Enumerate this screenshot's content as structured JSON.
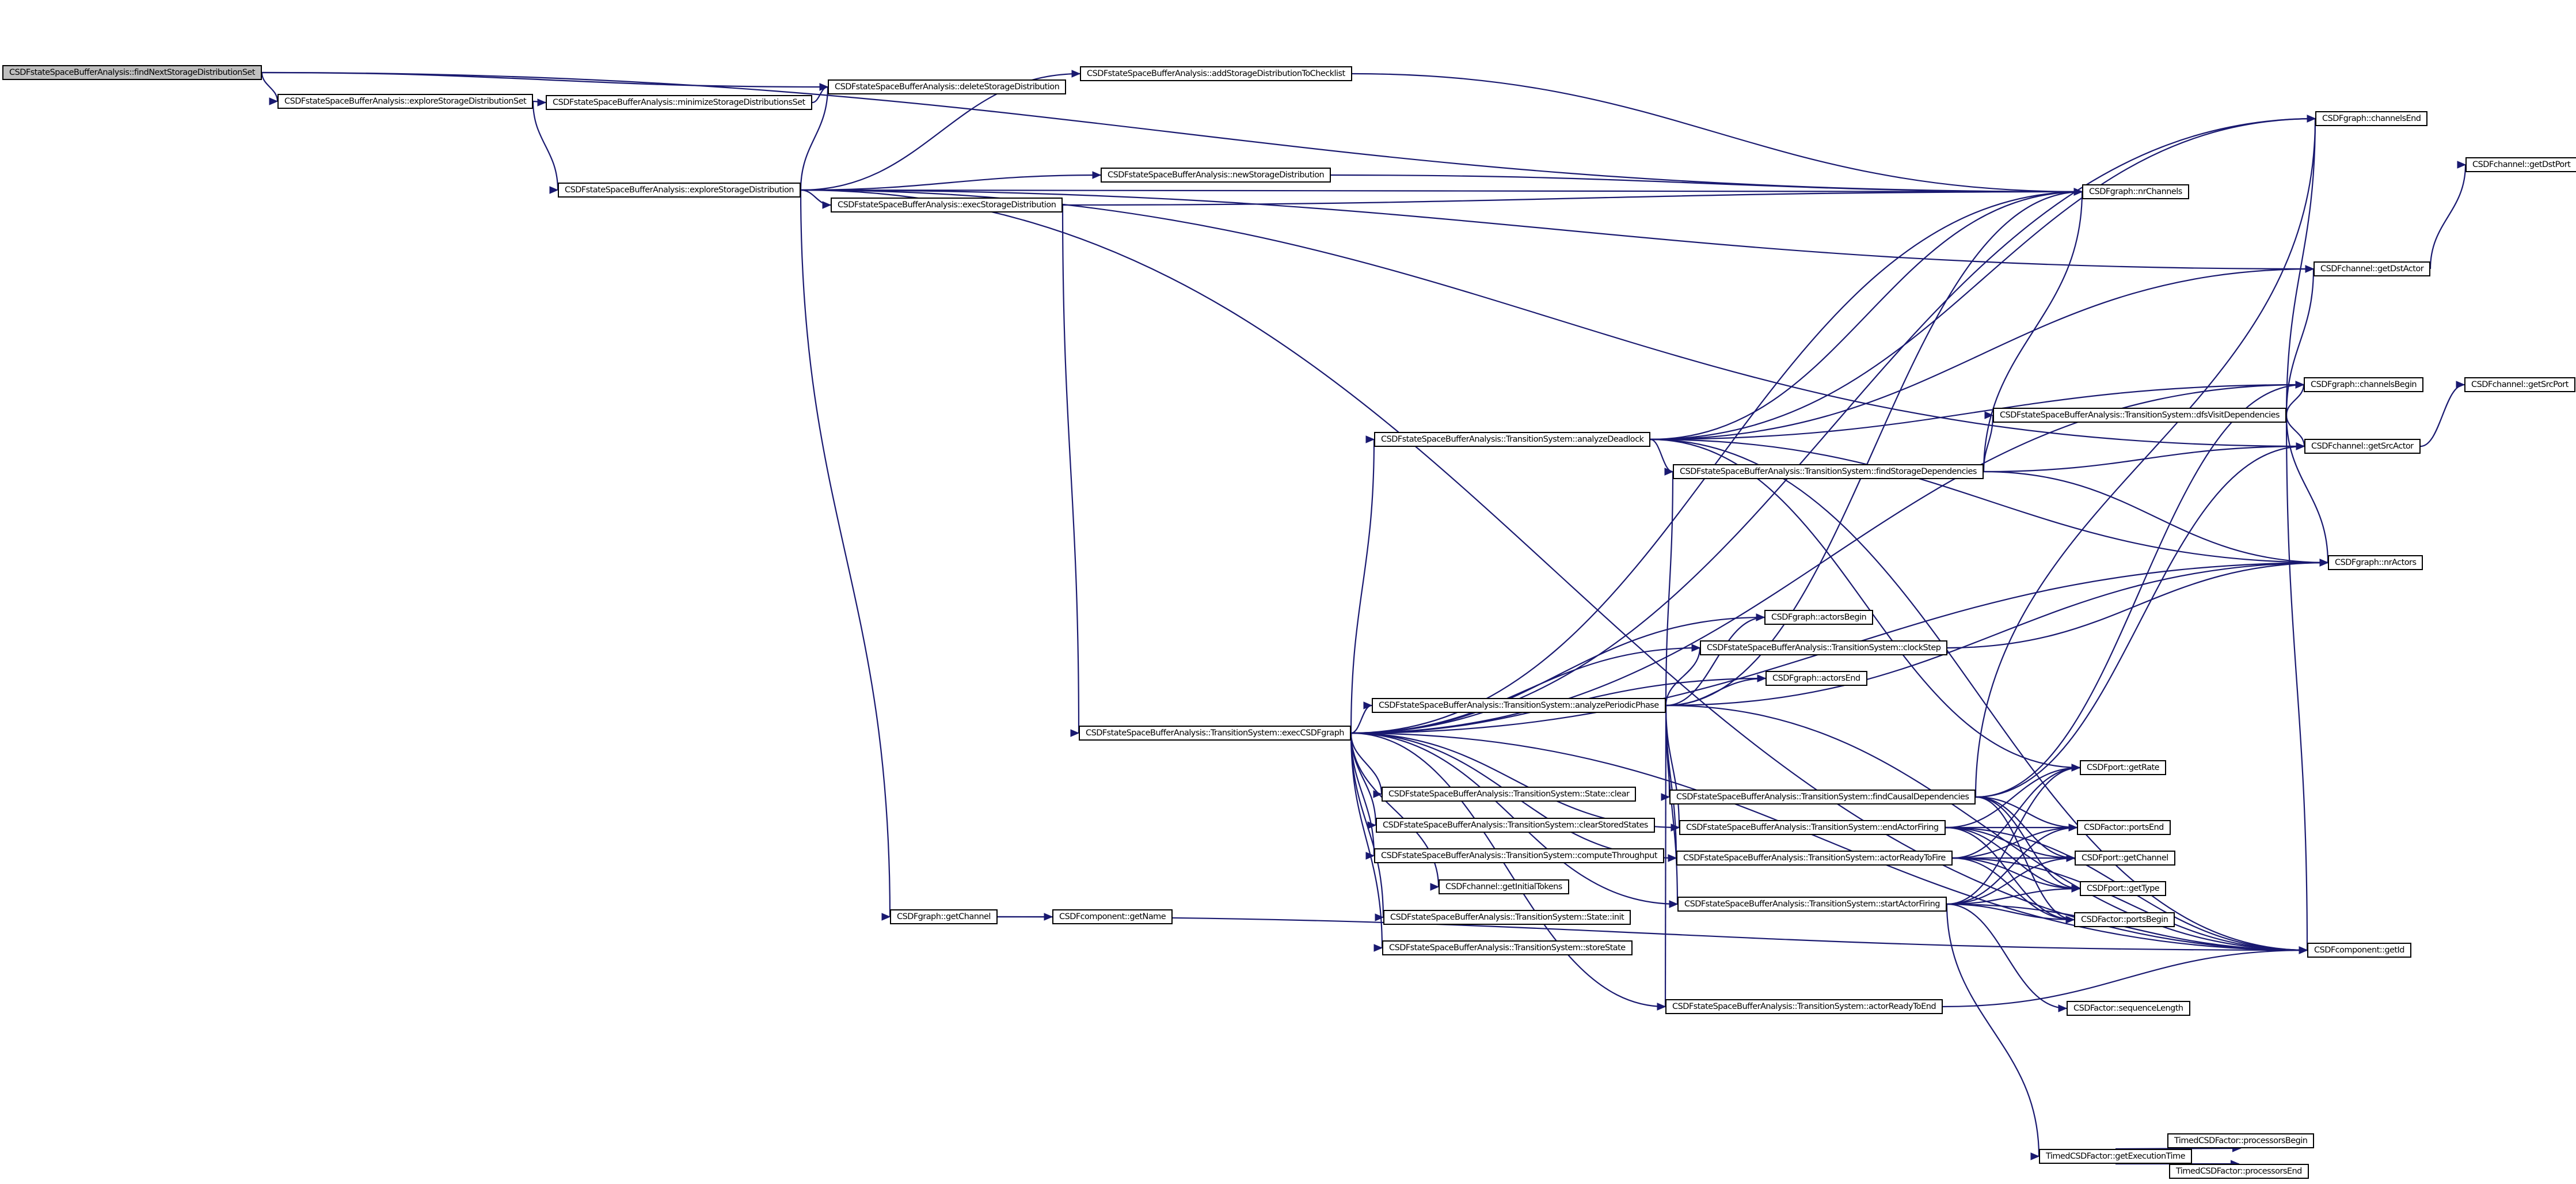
{
  "title": "CSDFstateSpaceBufferAnalysis::findNextStorageDistributionSet call graph",
  "colors": {
    "edge": "#191970",
    "root_fill": "#bfbfbf",
    "node_fill": "#ffffff",
    "node_border": "#000000"
  },
  "nodes": [
    {
      "id": "findNextStorageDistributionSet",
      "label": "CSDFstateSpaceBufferAnalysis::findNextStorageDistributionSet",
      "root": true
    },
    {
      "id": "exploreStorageDistributionSet",
      "label": "CSDFstateSpaceBufferAnalysis::exploreStorageDistributionSet"
    },
    {
      "id": "minimizeStorageDistributionsSet",
      "label": "CSDFstateSpaceBufferAnalysis::minimizeStorageDistributionsSet"
    },
    {
      "id": "deleteStorageDistribution",
      "label": "CSDFstateSpaceBufferAnalysis::deleteStorageDistribution"
    },
    {
      "id": "addStorageDistributionToChecklist",
      "label": "CSDFstateSpaceBufferAnalysis::addStorageDistributionToChecklist"
    },
    {
      "id": "exploreStorageDistribution",
      "label": "CSDFstateSpaceBufferAnalysis::exploreStorageDistribution"
    },
    {
      "id": "newStorageDistribution",
      "label": "CSDFstateSpaceBufferAnalysis::newStorageDistribution"
    },
    {
      "id": "execStorageDistribution",
      "label": "CSDFstateSpaceBufferAnalysis::execStorageDistribution"
    },
    {
      "id": "nrChannels",
      "label": "CSDFgraph::nrChannels"
    },
    {
      "id": "channelsEnd",
      "label": "CSDFgraph::channelsEnd"
    },
    {
      "id": "getDstPort",
      "label": "CSDFchannel::getDstPort"
    },
    {
      "id": "getDstActor",
      "label": "CSDFchannel::getDstActor"
    },
    {
      "id": "channelsBegin",
      "label": "CSDFgraph::channelsBegin"
    },
    {
      "id": "getSrcPort",
      "label": "CSDFchannel::getSrcPort"
    },
    {
      "id": "dfsVisitDependencies",
      "label": "CSDFstateSpaceBufferAnalysis::TransitionSystem::dfsVisitDependencies"
    },
    {
      "id": "analyzeDeadlock",
      "label": "CSDFstateSpaceBufferAnalysis::TransitionSystem::analyzeDeadlock"
    },
    {
      "id": "getSrcActor",
      "label": "CSDFchannel::getSrcActor"
    },
    {
      "id": "findStorageDependencies",
      "label": "CSDFstateSpaceBufferAnalysis::TransitionSystem::findStorageDependencies"
    },
    {
      "id": "nrActors",
      "label": "CSDFgraph::nrActors"
    },
    {
      "id": "actorsBegin",
      "label": "CSDFgraph::actorsBegin"
    },
    {
      "id": "clockStep",
      "label": "CSDFstateSpaceBufferAnalysis::TransitionSystem::clockStep"
    },
    {
      "id": "actorsEnd",
      "label": "CSDFgraph::actorsEnd"
    },
    {
      "id": "analyzePeriodicPhase",
      "label": "CSDFstateSpaceBufferAnalysis::TransitionSystem::analyzePeriodicPhase"
    },
    {
      "id": "execCSDFgraph",
      "label": "CSDFstateSpaceBufferAnalysis::TransitionSystem::execCSDFgraph"
    },
    {
      "id": "getRate",
      "label": "CSDFport::getRate"
    },
    {
      "id": "stateClear",
      "label": "CSDFstateSpaceBufferAnalysis::TransitionSystem::State::clear"
    },
    {
      "id": "findCausalDependencies",
      "label": "CSDFstateSpaceBufferAnalysis::TransitionSystem::findCausalDependencies"
    },
    {
      "id": "endActorFiring",
      "label": "CSDFstateSpaceBufferAnalysis::TransitionSystem::endActorFiring"
    },
    {
      "id": "portsEnd",
      "label": "CSDFactor::portsEnd"
    },
    {
      "id": "clearStoredStates",
      "label": "CSDFstateSpaceBufferAnalysis::TransitionSystem::clearStoredStates"
    },
    {
      "id": "actorReadyToFire",
      "label": "CSDFstateSpaceBufferAnalysis::TransitionSystem::actorReadyToFire"
    },
    {
      "id": "getChannelPort",
      "label": "CSDFport::getChannel"
    },
    {
      "id": "computeThroughput",
      "label": "CSDFstateSpaceBufferAnalysis::TransitionSystem::computeThroughput"
    },
    {
      "id": "getType",
      "label": "CSDFport::getType"
    },
    {
      "id": "getInitialTokens",
      "label": "CSDFchannel::getInitialTokens"
    },
    {
      "id": "startActorFiring",
      "label": "CSDFstateSpaceBufferAnalysis::TransitionSystem::startActorFiring"
    },
    {
      "id": "getChannelGraph",
      "label": "CSDFgraph::getChannel"
    },
    {
      "id": "getName",
      "label": "CSDFcomponent::getName"
    },
    {
      "id": "stateInit",
      "label": "CSDFstateSpaceBufferAnalysis::TransitionSystem::State::init"
    },
    {
      "id": "portsBegin",
      "label": "CSDFactor::portsBegin"
    },
    {
      "id": "storeState",
      "label": "CSDFstateSpaceBufferAnalysis::TransitionSystem::storeState"
    },
    {
      "id": "getId",
      "label": "CSDFcomponent::getId"
    },
    {
      "id": "actorReadyToEnd",
      "label": "CSDFstateSpaceBufferAnalysis::TransitionSystem::actorReadyToEnd"
    },
    {
      "id": "sequenceLength",
      "label": "CSDFactor::sequenceLength"
    },
    {
      "id": "getExecutionTime",
      "label": "TimedCSDFactor::getExecutionTime"
    },
    {
      "id": "processorsBegin",
      "label": "TimedCSDFactor::processorsBegin"
    },
    {
      "id": "processorsEnd",
      "label": "TimedCSDFactor::processorsEnd"
    }
  ],
  "edges": [
    [
      "findNextStorageDistributionSet",
      "exploreStorageDistributionSet"
    ],
    [
      "findNextStorageDistributionSet",
      "deleteStorageDistribution"
    ],
    [
      "findNextStorageDistributionSet",
      "nrChannels"
    ],
    [
      "exploreStorageDistributionSet",
      "minimizeStorageDistributionsSet"
    ],
    [
      "exploreStorageDistributionSet",
      "exploreStorageDistribution"
    ],
    [
      "minimizeStorageDistributionsSet",
      "deleteStorageDistribution"
    ],
    [
      "addStorageDistributionToChecklist",
      "nrChannels"
    ],
    [
      "exploreStorageDistribution",
      "deleteStorageDistribution"
    ],
    [
      "exploreStorageDistribution",
      "addStorageDistributionToChecklist"
    ],
    [
      "exploreStorageDistribution",
      "newStorageDistribution"
    ],
    [
      "exploreStorageDistribution",
      "execStorageDistribution"
    ],
    [
      "exploreStorageDistribution",
      "nrChannels"
    ],
    [
      "exploreStorageDistribution",
      "getDstActor"
    ],
    [
      "exploreStorageDistribution",
      "getSrcActor"
    ],
    [
      "exploreStorageDistribution",
      "getChannelGraph"
    ],
    [
      "exploreStorageDistribution",
      "getId"
    ],
    [
      "newStorageDistribution",
      "nrChannels"
    ],
    [
      "execStorageDistribution",
      "nrChannels"
    ],
    [
      "execStorageDistribution",
      "execCSDFgraph"
    ],
    [
      "getDstActor",
      "getDstPort"
    ],
    [
      "getSrcActor",
      "getSrcPort"
    ],
    [
      "execCSDFgraph",
      "analyzeDeadlock"
    ],
    [
      "execCSDFgraph",
      "analyzePeriodicPhase"
    ],
    [
      "execCSDFgraph",
      "nrChannels"
    ],
    [
      "execCSDFgraph",
      "channelsEnd"
    ],
    [
      "execCSDFgraph",
      "channelsBegin"
    ],
    [
      "execCSDFgraph",
      "nrActors"
    ],
    [
      "execCSDFgraph",
      "actorsBegin"
    ],
    [
      "execCSDFgraph",
      "clockStep"
    ],
    [
      "execCSDFgraph",
      "actorsEnd"
    ],
    [
      "execCSDFgraph",
      "stateClear"
    ],
    [
      "execCSDFgraph",
      "clearStoredStates"
    ],
    [
      "execCSDFgraph",
      "computeThroughput"
    ],
    [
      "execCSDFgraph",
      "getInitialTokens"
    ],
    [
      "execCSDFgraph",
      "stateInit"
    ],
    [
      "execCSDFgraph",
      "storeState"
    ],
    [
      "execCSDFgraph",
      "startActorFiring"
    ],
    [
      "execCSDFgraph",
      "actorReadyToEnd"
    ],
    [
      "execCSDFgraph",
      "getId"
    ],
    [
      "execCSDFgraph",
      "endActorFiring"
    ],
    [
      "execCSDFgraph",
      "actorReadyToFire"
    ],
    [
      "analyzeDeadlock",
      "nrChannels"
    ],
    [
      "analyzeDeadlock",
      "channelsEnd"
    ],
    [
      "analyzeDeadlock",
      "getDstActor"
    ],
    [
      "analyzeDeadlock",
      "channelsBegin"
    ],
    [
      "analyzeDeadlock",
      "findStorageDependencies"
    ],
    [
      "analyzeDeadlock",
      "nrActors"
    ],
    [
      "analyzeDeadlock",
      "getRate"
    ],
    [
      "analyzeDeadlock",
      "getId"
    ],
    [
      "findStorageDependencies",
      "dfsVisitDependencies"
    ],
    [
      "findStorageDependencies",
      "nrChannels"
    ],
    [
      "findStorageDependencies",
      "getSrcActor"
    ],
    [
      "findStorageDependencies",
      "nrActors"
    ],
    [
      "dfsVisitDependencies",
      "channelsEnd"
    ],
    [
      "dfsVisitDependencies",
      "channelsBegin"
    ],
    [
      "dfsVisitDependencies",
      "getDstActor"
    ],
    [
      "dfsVisitDependencies",
      "getSrcActor"
    ],
    [
      "dfsVisitDependencies",
      "nrActors"
    ],
    [
      "dfsVisitDependencies",
      "getId"
    ],
    [
      "clockStep",
      "nrActors"
    ],
    [
      "analyzePeriodicPhase",
      "actorsBegin"
    ],
    [
      "analyzePeriodicPhase",
      "clockStep"
    ],
    [
      "analyzePeriodicPhase",
      "actorsEnd"
    ],
    [
      "analyzePeriodicPhase",
      "nrChannels"
    ],
    [
      "analyzePeriodicPhase",
      "findStorageDependencies"
    ],
    [
      "analyzePeriodicPhase",
      "findCausalDependencies"
    ],
    [
      "analyzePeriodicPhase",
      "endActorFiring"
    ],
    [
      "analyzePeriodicPhase",
      "actorReadyToFire"
    ],
    [
      "analyzePeriodicPhase",
      "startActorFiring"
    ],
    [
      "analyzePeriodicPhase",
      "actorReadyToEnd"
    ],
    [
      "analyzePeriodicPhase",
      "nrActors"
    ],
    [
      "analyzePeriodicPhase",
      "getId"
    ],
    [
      "findCausalDependencies",
      "channelsBegin"
    ],
    [
      "findCausalDependencies",
      "channelsEnd"
    ],
    [
      "findCausalDependencies",
      "getSrcActor"
    ],
    [
      "findCausalDependencies",
      "portsEnd"
    ],
    [
      "findCausalDependencies",
      "getChannelPort"
    ],
    [
      "findCausalDependencies",
      "getType"
    ],
    [
      "findCausalDependencies",
      "portsBegin"
    ],
    [
      "endActorFiring",
      "getRate"
    ],
    [
      "endActorFiring",
      "portsEnd"
    ],
    [
      "endActorFiring",
      "getChannelPort"
    ],
    [
      "endActorFiring",
      "getType"
    ],
    [
      "endActorFiring",
      "portsBegin"
    ],
    [
      "endActorFiring",
      "getId"
    ],
    [
      "actorReadyToFire",
      "getRate"
    ],
    [
      "actorReadyToFire",
      "portsEnd"
    ],
    [
      "actorReadyToFire",
      "getChannelPort"
    ],
    [
      "actorReadyToFire",
      "getType"
    ],
    [
      "actorReadyToFire",
      "portsBegin"
    ],
    [
      "actorReadyToFire",
      "getId"
    ],
    [
      "startActorFiring",
      "getRate"
    ],
    [
      "startActorFiring",
      "portsEnd"
    ],
    [
      "startActorFiring",
      "getChannelPort"
    ],
    [
      "startActorFiring",
      "getType"
    ],
    [
      "startActorFiring",
      "portsBegin"
    ],
    [
      "startActorFiring",
      "getId"
    ],
    [
      "startActorFiring",
      "sequenceLength"
    ],
    [
      "startActorFiring",
      "getExecutionTime"
    ],
    [
      "actorReadyToEnd",
      "getId"
    ],
    [
      "getChannelGraph",
      "getName"
    ],
    [
      "getChannelGraph",
      "getId"
    ],
    [
      "getExecutionTime",
      "processorsBegin"
    ],
    [
      "getExecutionTime",
      "processorsEnd"
    ]
  ]
}
